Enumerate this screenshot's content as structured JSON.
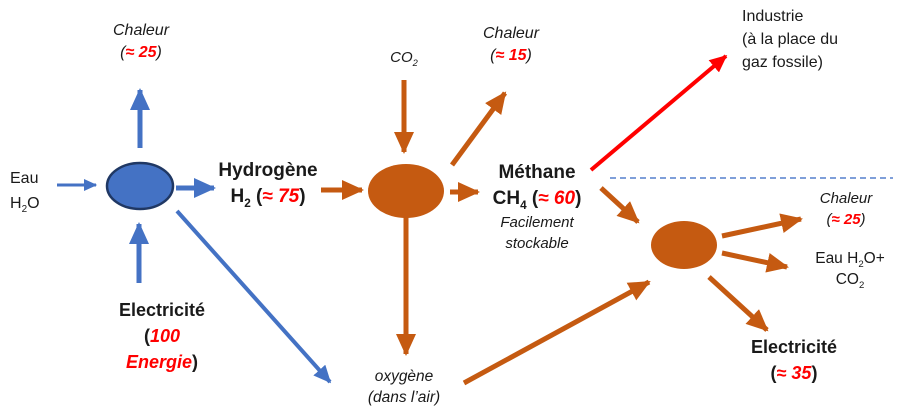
{
  "colors": {
    "blue": "#4472C4",
    "blue_dark": "#203864",
    "orange": "#C55A11",
    "red": "#FF0000",
    "dashed": "#7F9FD9",
    "text": "#1a1a1a"
  },
  "labels": {
    "heat_left": {
      "title": "Chaleur",
      "open": "(",
      "value": "≈ 25",
      "close": ")"
    },
    "water_input": {
      "line1": "Eau",
      "h": "H",
      "sub": "2",
      "o": "O"
    },
    "electricity_input": {
      "title": "Electricité",
      "open": "(",
      "value_line1": "100",
      "value_line2": "Energie",
      "close": ")"
    },
    "hydrogen": {
      "title": "Hydrogène",
      "formula": "H",
      "formula_sub": "2",
      "open": " (",
      "value": "≈ 75",
      "close": ")"
    },
    "co2_input": {
      "formula": "CO",
      "sub": "2"
    },
    "heat_mid": {
      "title": "Chaleur",
      "open": "(",
      "value": "≈ 15",
      "close": ")"
    },
    "methane": {
      "title": "Méthane",
      "formula": "CH",
      "formula_sub": "4",
      "open": " (",
      "value": "≈ 60",
      "close": ")",
      "note_line1": "Facilement",
      "note_line2": "stockable"
    },
    "industry": {
      "line1": "Industrie",
      "line2": "(à la place du",
      "line3": "gaz fossile)"
    },
    "heat_right": {
      "title": "Chaleur",
      "open": "(",
      "value": "≈ 25",
      "close": ")"
    },
    "water_co2_output": {
      "pre": "Eau H",
      "sub1": "2",
      "post": "O+",
      "formula2": "CO",
      "sub2": "2"
    },
    "electricity_output": {
      "title": "Electricité",
      "open": "(",
      "value": "≈ 35",
      "close": ")"
    },
    "oxygen": {
      "line1": "oxygène",
      "line2": "(dans l’air)"
    }
  }
}
